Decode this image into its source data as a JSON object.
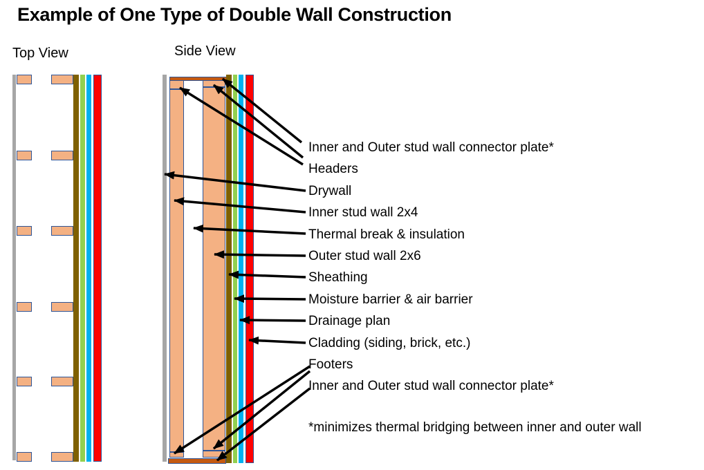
{
  "title": "Example of One Type of Double Wall Construction",
  "views": {
    "top_label": "Top View",
    "side_label": "Side View"
  },
  "labels": [
    {
      "id": "connector-plate-top",
      "text": "Inner and Outer stud wall connector plate*"
    },
    {
      "id": "headers",
      "text": "Headers"
    },
    {
      "id": "drywall",
      "text": "Drywall"
    },
    {
      "id": "inner-stud-wall",
      "text": "Inner stud wall 2x4"
    },
    {
      "id": "thermal-break",
      "text": "Thermal break & insulation"
    },
    {
      "id": "outer-stud-wall",
      "text": "Outer stud wall 2x6"
    },
    {
      "id": "sheathing",
      "text": "Sheathing"
    },
    {
      "id": "moisture-barrier",
      "text": "Moisture barrier & air barrier"
    },
    {
      "id": "drainage",
      "text": "Drainage plan"
    },
    {
      "id": "cladding",
      "text": "Cladding (siding, brick, etc.)"
    },
    {
      "id": "footers",
      "text": "Footers"
    },
    {
      "id": "connector-plate-bottom",
      "text": "Inner and Outer stud wall connector plate*"
    }
  ],
  "footnote": "*minimizes thermal bridging between inner and outer wall",
  "colors": {
    "stud-tan": "#F4B183",
    "plate-brown": "#C55A11",
    "outline-blue": "#2E5597",
    "drywall-gray": "#A6A6A6",
    "sheathing-olive": "#7F6000",
    "barrier-green": "#92D050",
    "drainage-cyan": "#00B0F0",
    "cladding-red": "#FF0000",
    "arrow-black": "#000000"
  }
}
